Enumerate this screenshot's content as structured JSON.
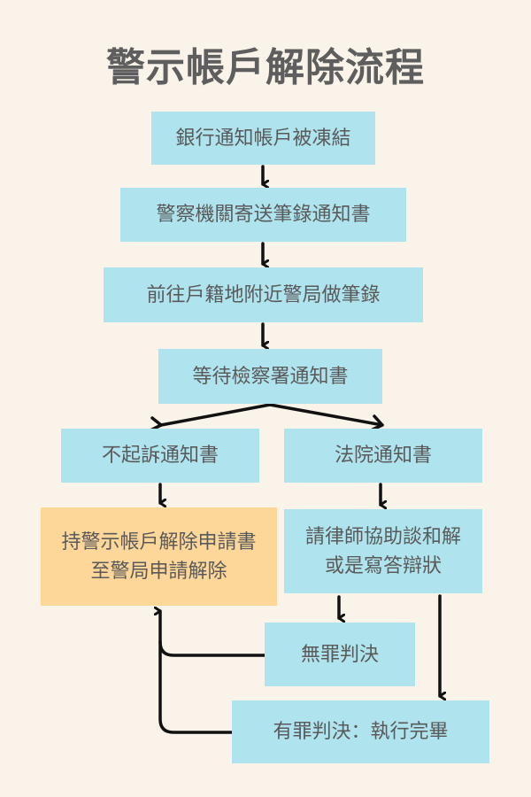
{
  "title": "警示帳戶解除流程",
  "steps": {
    "s1": "銀行通知帳戶被凍結",
    "s2": "警察機關寄送筆錄通知書",
    "s3": "前往戶籍地附近警局做筆錄",
    "s4": "等待檢察署通知書",
    "s5": "不起訴通知書",
    "s6": "法院通知書",
    "s7_line1": "持警示帳戶解除申請書",
    "s7_line2": "至警局申請解除",
    "s8_line1": "請律師協助談和解",
    "s8_line2": "或是寫答辯狀",
    "s9": "無罪判決",
    "s10": "有罪判決：執行完畢"
  },
  "colors": {
    "background": "#f9f3ea",
    "box": "#afe3ee",
    "highlight": "#fdd699",
    "text": "#5a5a5a",
    "arrow": "#111111"
  }
}
